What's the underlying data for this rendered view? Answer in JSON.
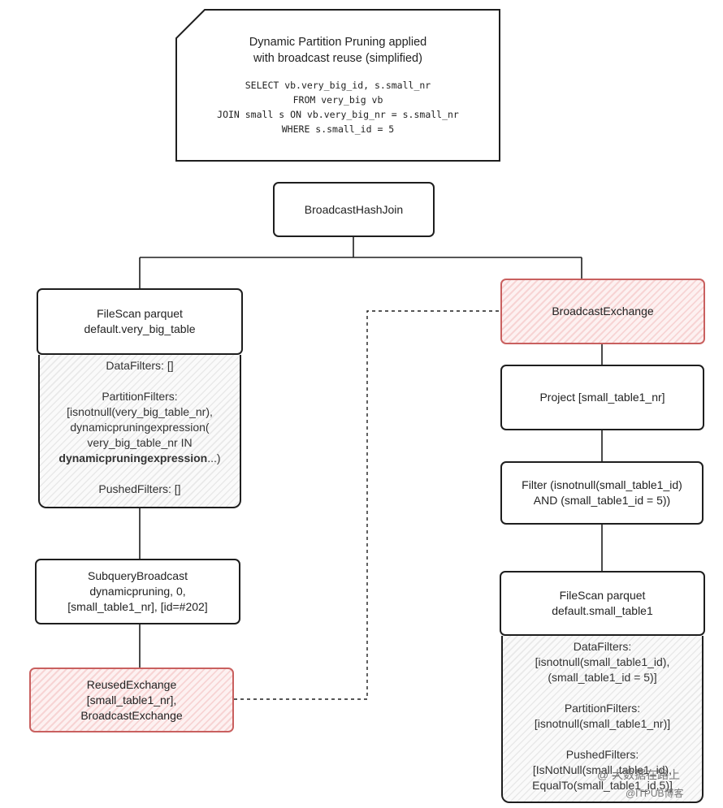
{
  "header": {
    "title_lines": [
      "Dynamic Partition Pruning applied",
      "with broadcast reuse (simplified)"
    ],
    "sql_lines": [
      "SELECT vb.very_big_id, s.small_nr",
      "FROM very_big vb",
      "JOIN small s ON vb.very_big_nr = s.small_nr",
      "WHERE s.small_id = 5"
    ]
  },
  "nodes": {
    "broadcast_hash_join": "BroadcastHashJoin",
    "left_filescan": {
      "lines": [
        "FileScan parquet",
        "default.very_big_table"
      ],
      "data_filters": "DataFilters: []",
      "partition_filters_lines": [
        "PartitionFilters:",
        "[isnotnull(very_big_table_nr),",
        "dynamicpruningexpression(",
        "very_big_table_nr IN"
      ],
      "partition_bold": "dynamicpruningexpression",
      "partition_tail": "...)",
      "pushed_filters": "PushedFilters: []"
    },
    "subquery_broadcast": [
      "SubqueryBroadcast",
      "dynamicpruning, 0,",
      "[small_table1_nr], [id=#202]"
    ],
    "reused_exchange": [
      "ReusedExchange",
      "[small_table1_nr],",
      "BroadcastExchange"
    ],
    "broadcast_exchange": "BroadcastExchange",
    "project": "Project [small_table1_nr]",
    "filter": [
      "Filter (isnotnull(small_table1_id)",
      "AND (small_table1_id = 5))"
    ],
    "right_filescan": {
      "lines": [
        "FileScan parquet",
        "default.small_table1"
      ],
      "data_filters_lines": [
        "DataFilters:",
        "[isnotnull(small_table1_id),",
        "(small_table1_id = 5)]"
      ],
      "partition_filters_lines": [
        "PartitionFilters:",
        "[isnotnull(small_table1_nr)]"
      ],
      "pushed_filters_lines": [
        "PushedFilters:",
        "[IsNotNull(small_table1_id),",
        "EqualTo(small_table1_id,5)]"
      ]
    }
  },
  "watermark": {
    "line1": "@ 大数据在路上",
    "line2": "@ITPUB博客"
  },
  "colors": {
    "stroke": "#1e1e1e",
    "highlight_border": "#c9605f",
    "highlight_fill": "#f7d4d4"
  }
}
